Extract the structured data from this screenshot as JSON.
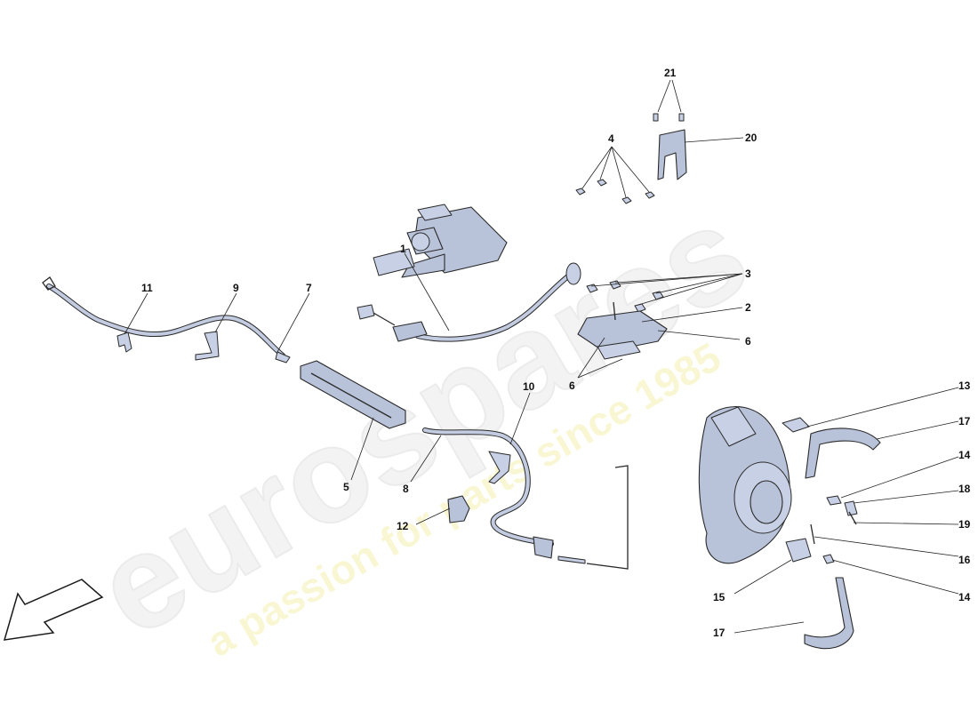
{
  "watermark": {
    "brand": "eurospares",
    "tagline": "a passion for parts since 1985"
  },
  "labels": {
    "l1": "1",
    "l2": "2",
    "l3": "3",
    "l4": "4",
    "l5": "5",
    "l6a": "6",
    "l6b": "6",
    "l7": "7",
    "l8": "8",
    "l9": "9",
    "l10": "10",
    "l11": "11",
    "l12": "12",
    "l13": "13",
    "l14a": "14",
    "l14b": "14",
    "l15": "15",
    "l16": "16",
    "l17a": "17",
    "l17b": "17",
    "l18": "18",
    "l19": "19",
    "l20": "20",
    "l21": "21"
  },
  "colors": {
    "part_fill": "#b8c2d9",
    "outline": "#2a2a2a",
    "watermark_yellow": "#f5f2b0"
  }
}
